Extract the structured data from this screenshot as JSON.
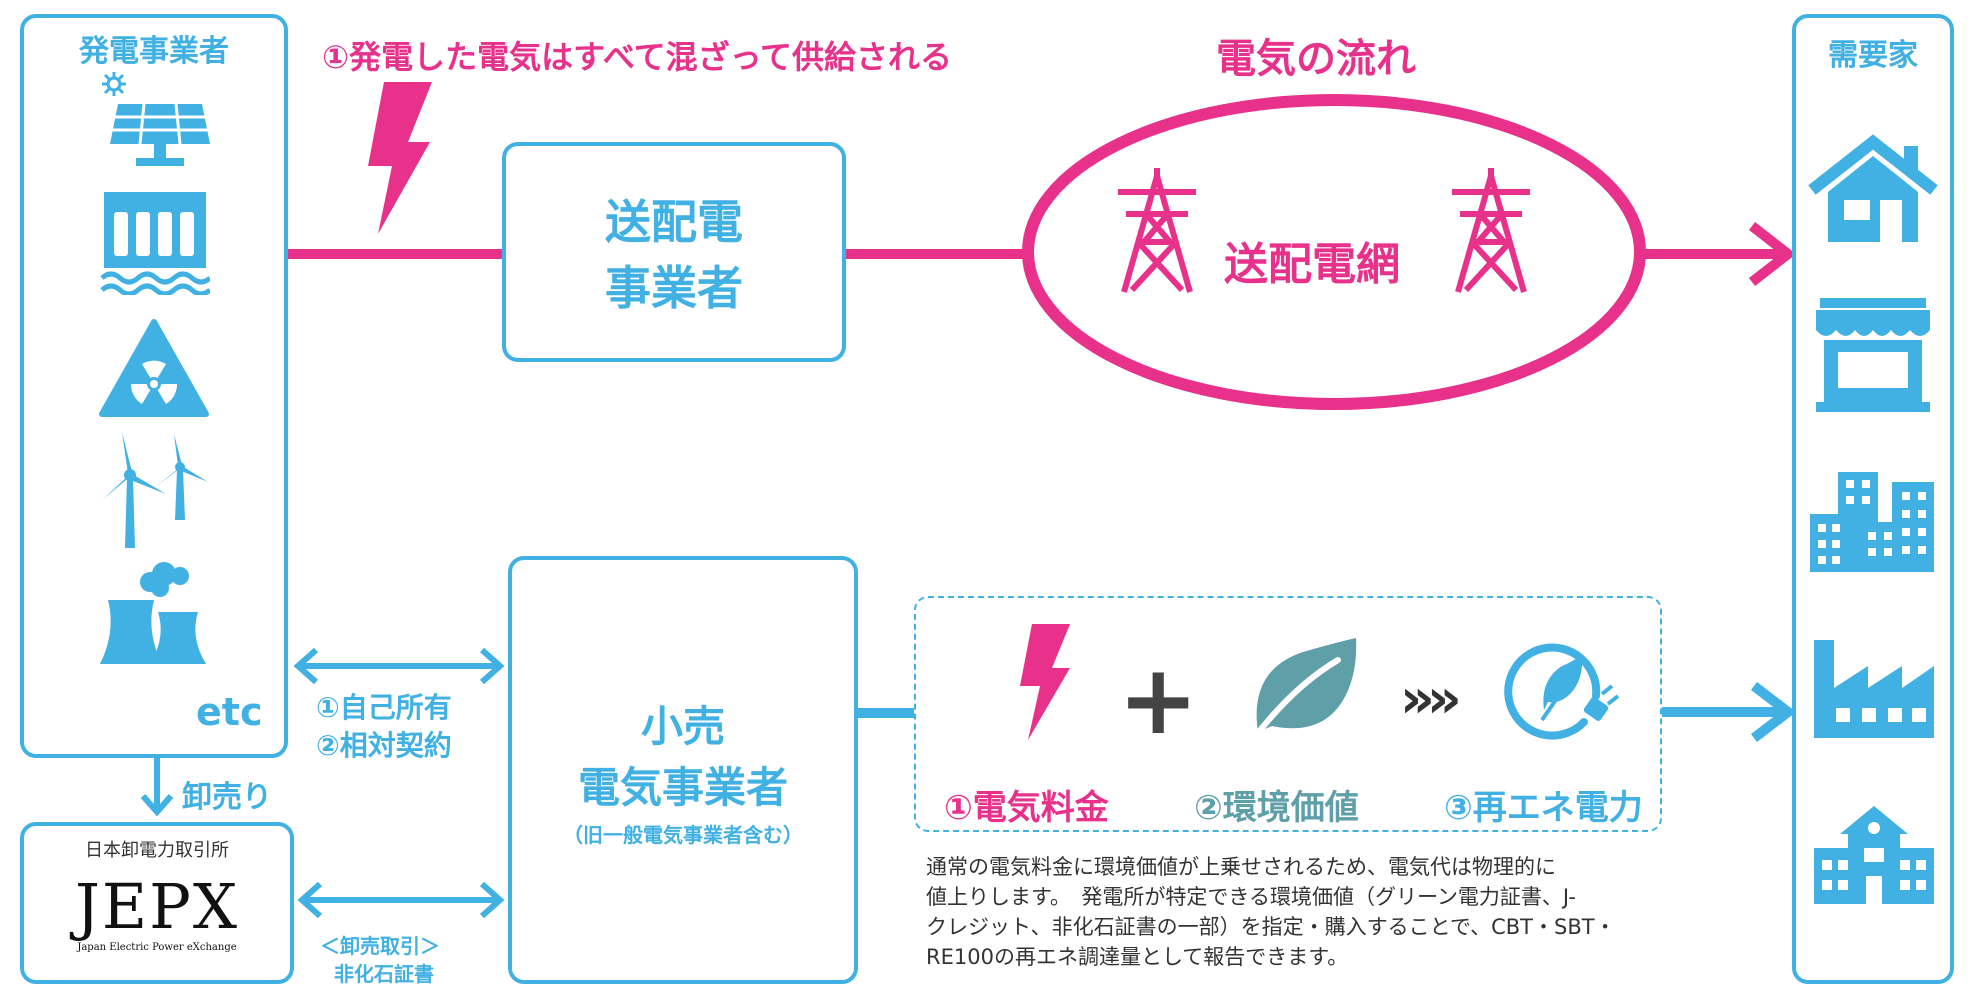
{
  "colors": {
    "accent_blue": "#41b0e3",
    "accent_pink": "#e8318b",
    "leaf_teal": "#5f9fa8",
    "plus_gray": "#444444",
    "text_gray": "#333333"
  },
  "generators": {
    "title": "発電事業者",
    "etc_label": "etc",
    "icons": [
      "solar-panel-icon",
      "hydro-dam-icon",
      "radiation-icon",
      "wind-turbine-icon",
      "factory-smoke-icon"
    ]
  },
  "top_flow": {
    "note": "①発電した電気はすべて混ざって供給される",
    "flow_title": "電気の流れ",
    "transmission_operator": {
      "line1": "送配電",
      "line2": "事業者"
    },
    "grid_label": "送配電網"
  },
  "consumers": {
    "title": "需要家",
    "icons": [
      "house-icon",
      "shop-icon",
      "office-building-icon",
      "factory-icon",
      "school-icon"
    ]
  },
  "retail": {
    "line1": "小売",
    "line2": "電気事業者",
    "sub": "（旧一般電気事業者含む）",
    "contract_labels": [
      "①自己所有",
      "②相対契約"
    ],
    "jepx_trade_labels": [
      "＜卸売取引＞",
      "非化石証書"
    ]
  },
  "wholesale": {
    "label": "卸売り"
  },
  "jepx": {
    "caption": "日本卸電力取引所",
    "logo_text": "JEPX",
    "logo_subtext": "Japan Electric Power eXchange"
  },
  "product": {
    "items": [
      "①電気料金",
      "②環境価値",
      "③再エネ電力"
    ],
    "plus": "+",
    "chevrons": "»»"
  },
  "description": {
    "lines": [
      "通常の電気料金に環境価値が上乗せされるため、電気代は物理的に",
      "値上りします。　発電所が特定できる環境価値（グリーン電力証書、J-",
      "クレジット、非化石証書の一部）を指定・購入することで、CBT・SBT・",
      "RE100の再エネ調達量として報告できます。"
    ]
  }
}
